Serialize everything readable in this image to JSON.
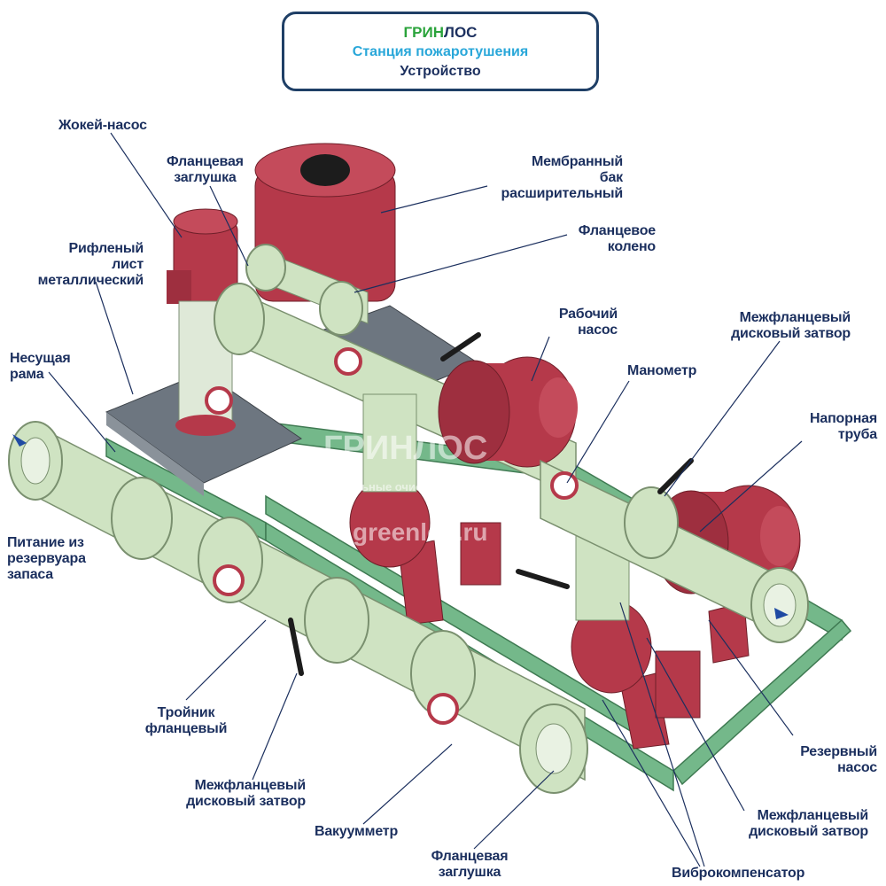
{
  "header": {
    "brand_part1": "ГРИН",
    "brand_part2": "ЛОС",
    "subtitle": "Станция пожаротушения",
    "caption": "Устройство"
  },
  "labels": {
    "jockey_pump": "Жокей-насос",
    "flange_plug_top": "Фланцевая\nзаглушка",
    "membrane_tank": "Мембранный\nбак\nрасширительный",
    "flange_elbow": "Фланцевое\nколено",
    "ribbed_sheet": "Рифленый\nлист\nметаллический",
    "working_pump": "Рабочий\nнасос",
    "wafer_valve_top": "Межфланцевый\nдисковый затвор",
    "supporting_frame": "Несущая\nрама",
    "manometer": "Манометр",
    "pressure_pipe": "Напорная\nтруба",
    "supply_from_tank": "Питание из\nрезервуара\nзапаса",
    "flange_tee": "Тройник\nфланцевый",
    "wafer_valve_bottom_left": "Межфланцевый\nдисковый затвор",
    "reserve_pump": "Резервный\nнасос",
    "vacuum_gauge": "Вакуумметр",
    "wafer_valve_bottom_right": "Межфланцевый\nдисковый затвор",
    "flange_plug_bottom": "Фланцевая\nзаглушка",
    "vibro_compensator": "Виброкомпенсатор"
  },
  "watermark": {
    "brand": "ГРИНЛОС",
    "tagline": "локальные очистные сооружения",
    "site": "greenlos.ru"
  },
  "colors": {
    "pipe": "#cfe3c2",
    "pump_red": "#b5394a",
    "frame_green": "#74b88a",
    "plate_grey": "#6d7680",
    "label_navy": "#1b2f5e",
    "brand_green": "#2aa33b",
    "subtitle_blue": "#29a7d9"
  }
}
